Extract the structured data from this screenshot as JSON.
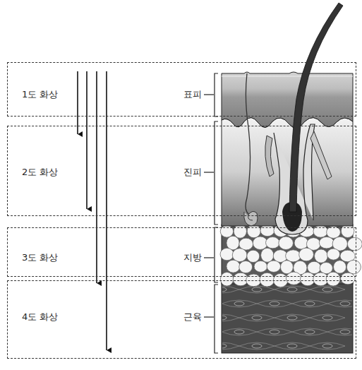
{
  "diagram": {
    "nodes": [
      {
        "text": [
          "1도 화상",
          "표피"
        ]
      },
      {
        "text": [
          "2도 화상",
          "진피"
        ]
      },
      {
        "text": [
          "3도 화상",
          "지방"
        ]
      },
      {
        "text": [
          "4도 화상",
          "근육"
        ]
      }
    ]
  }
}
